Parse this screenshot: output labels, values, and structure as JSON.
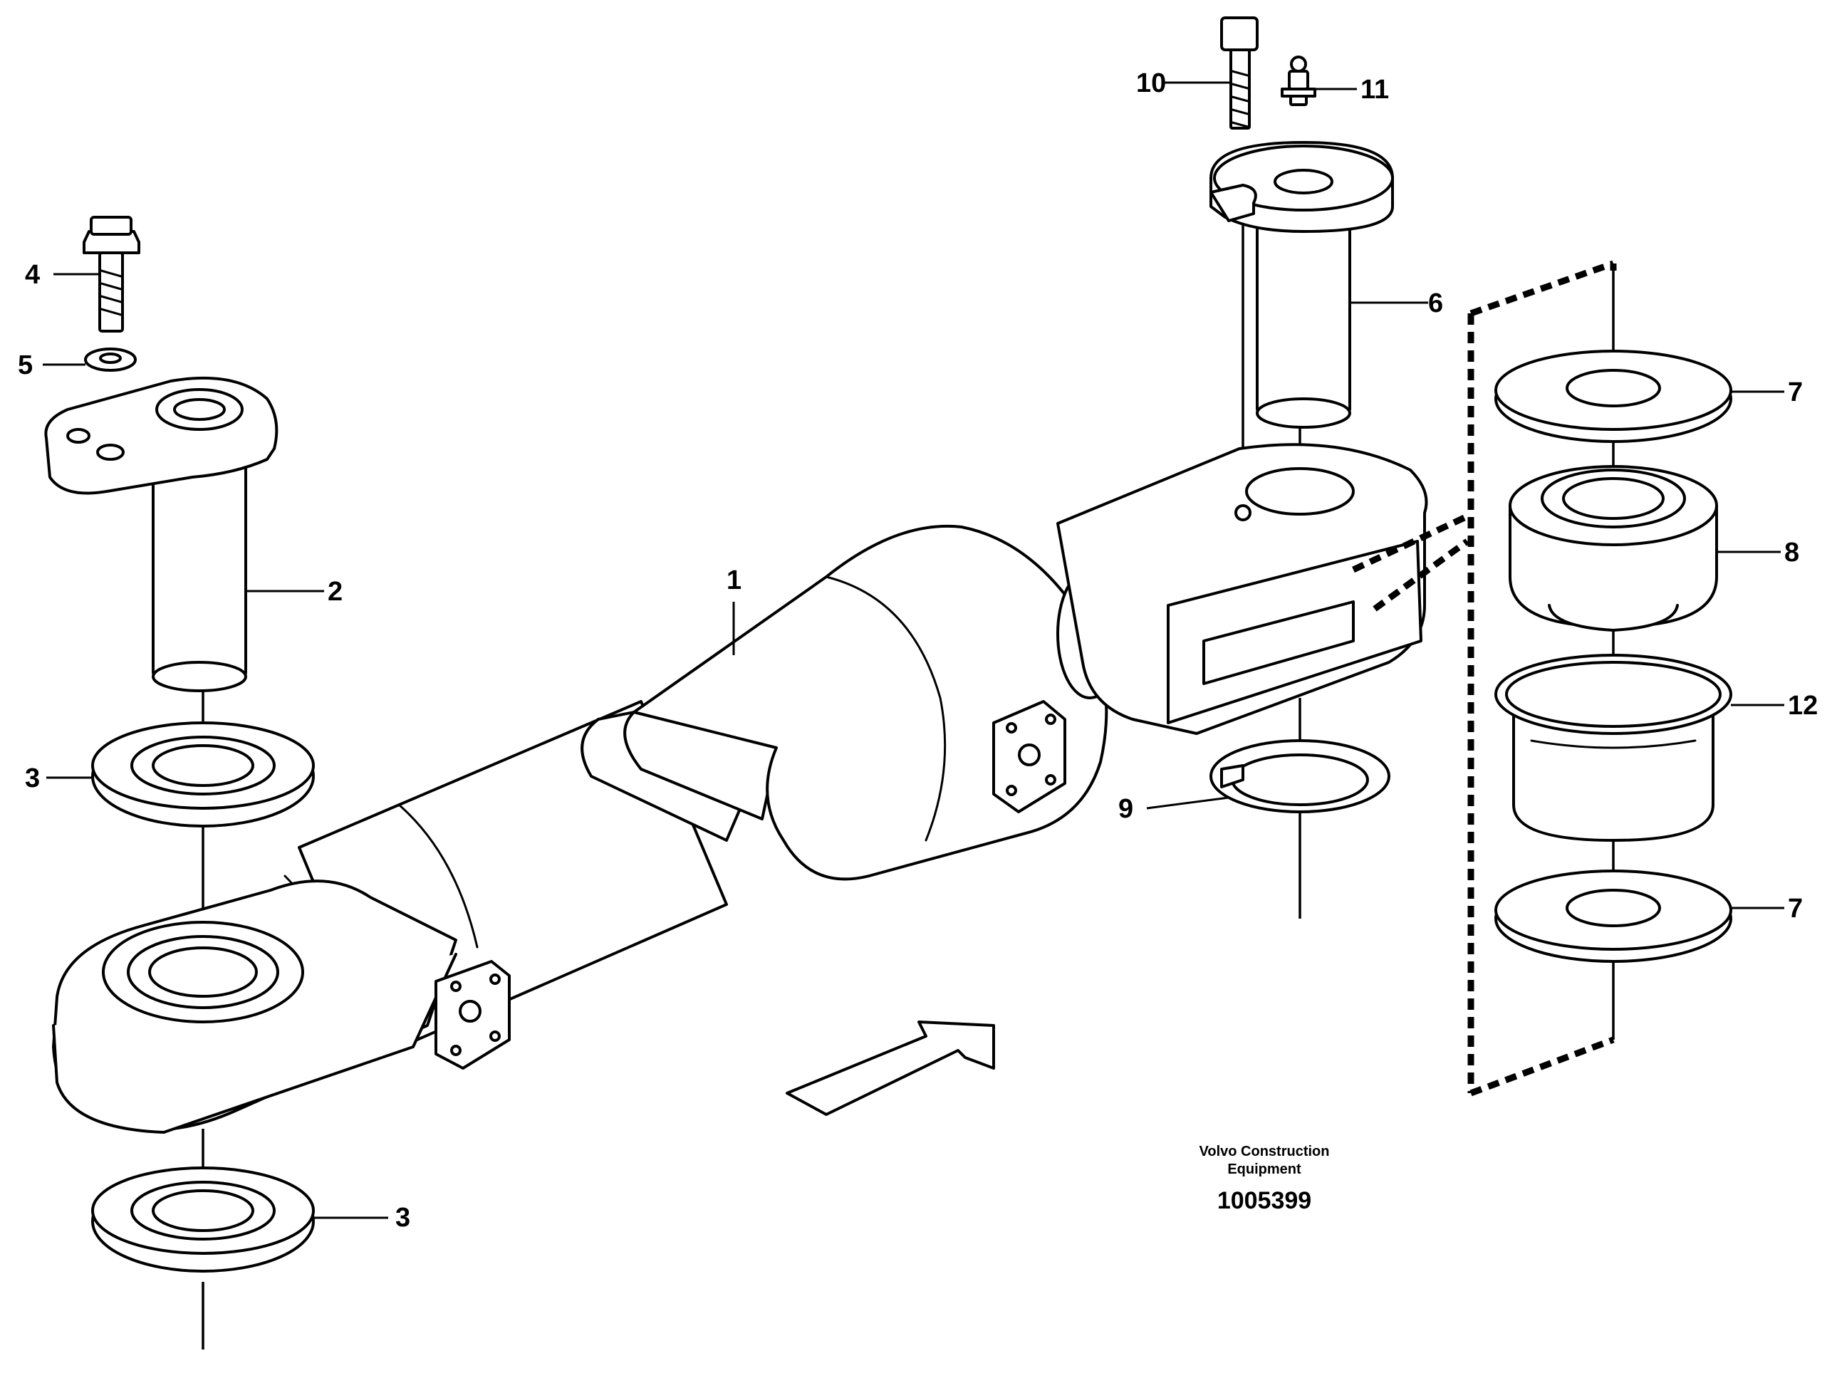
{
  "callouts": {
    "c1": "1",
    "c2": "2",
    "c3_top": "3",
    "c3_bottom": "3",
    "c4": "4",
    "c5": "5",
    "c6": "6",
    "c7_top": "7",
    "c7_bottom": "7",
    "c8": "8",
    "c9": "9",
    "c10": "10",
    "c11": "11",
    "c12": "12"
  },
  "credit": {
    "line1": "Volvo Construction",
    "line2": "Equipment",
    "drawing_number": "1005399"
  },
  "icons": {
    "direction_arrow": "forward-direction-arrow-icon"
  }
}
